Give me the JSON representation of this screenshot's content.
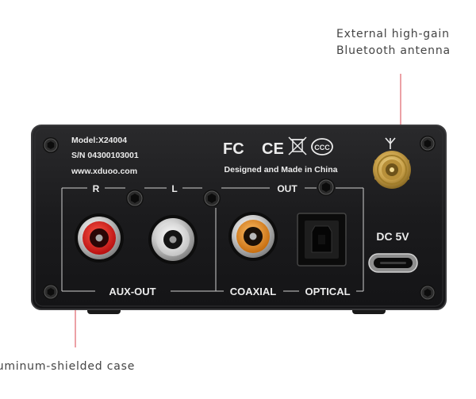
{
  "callouts": {
    "antenna_line1": "External high-gain",
    "antenna_line2": "Bluetooth antenna",
    "case": "luminum-shielded case"
  },
  "panel": {
    "model": "Model:X24004",
    "serial": "S/N 04300103001",
    "website": "www.xduoo.com",
    "designed": "Designed and Made in China",
    "cert_marks": [
      "FC",
      "CE",
      "WEEE",
      "CCC"
    ],
    "dc_label": "DC 5V",
    "out_label": "OUT",
    "channel_r": "R",
    "channel_l": "L",
    "aux_out": "AUX-OUT",
    "coaxial": "COAXIAL",
    "optical": "OPTICAL"
  },
  "colors": {
    "panel": "#1c1c1e",
    "panel_edge": "#3a3a3c",
    "callout_line": "#d9434e",
    "rca_red": "#e41d1d",
    "rca_white": "#f2f2f2",
    "rca_orange": "#e88a1c",
    "gold": "#c9a14a",
    "label_text": "#ececec"
  },
  "icons": {
    "antenna": "antenna-icon",
    "screws": "hex-screw-icon"
  }
}
